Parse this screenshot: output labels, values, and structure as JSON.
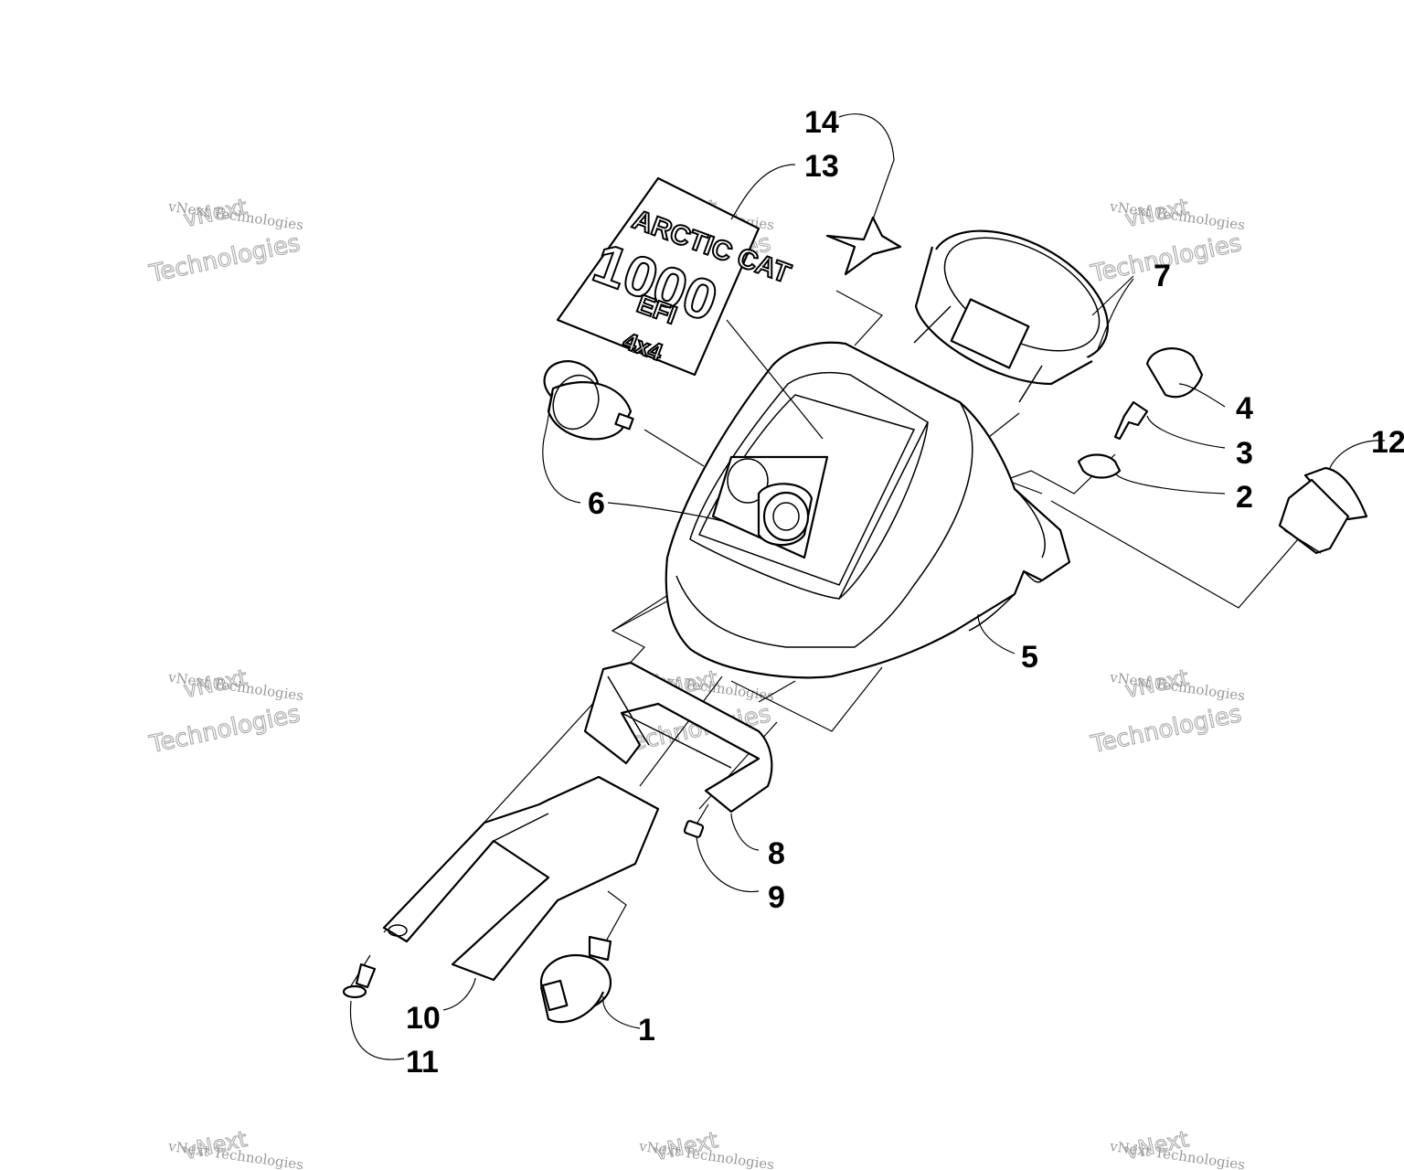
{
  "callouts": [
    {
      "id": "1",
      "label": "1"
    },
    {
      "id": "2",
      "label": "2"
    },
    {
      "id": "3",
      "label": "3"
    },
    {
      "id": "4",
      "label": "4"
    },
    {
      "id": "5",
      "label": "5"
    },
    {
      "id": "6",
      "label": "6"
    },
    {
      "id": "7",
      "label": "7"
    },
    {
      "id": "8",
      "label": "8"
    },
    {
      "id": "9",
      "label": "9"
    },
    {
      "id": "10",
      "label": "10"
    },
    {
      "id": "11",
      "label": "11"
    },
    {
      "id": "12",
      "label": "12"
    },
    {
      "id": "13",
      "label": "13"
    },
    {
      "id": "14",
      "label": "14"
    }
  ],
  "decal": {
    "brand": "ARCTIC CAT",
    "model": "1000",
    "sub": "EFI",
    "drive": "4x4"
  },
  "watermark": {
    "small": "vNext Technologies",
    "line1": "vNext",
    "line2": "Technologies"
  }
}
